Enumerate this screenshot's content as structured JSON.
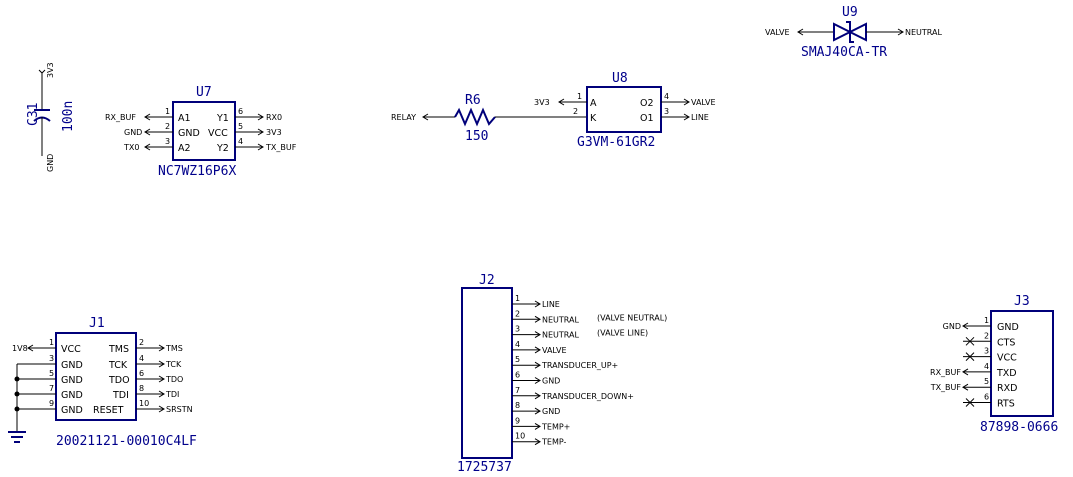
{
  "c31": {
    "ref": "C31",
    "value": "100n",
    "top_net": "3V3",
    "bottom_net": "GND"
  },
  "u7": {
    "ref": "U7",
    "part": "NC7WZ16P6X",
    "left": [
      {
        "num": "1",
        "name": "A1",
        "net": "RX_BUF"
      },
      {
        "num": "2",
        "name": "GND",
        "net": "GND"
      },
      {
        "num": "3",
        "name": "A2",
        "net": "TX0"
      }
    ],
    "right": [
      {
        "num": "6",
        "name": "Y1",
        "net": "RX0"
      },
      {
        "num": "5",
        "name": "VCC",
        "net": "3V3"
      },
      {
        "num": "4",
        "name": "Y2",
        "net": "TX_BUF"
      }
    ]
  },
  "r6": {
    "ref": "R6",
    "value": "150",
    "left_net": "RELAY"
  },
  "u8": {
    "ref": "U8",
    "part": "G3VM-61GR2",
    "left": [
      {
        "num": "1",
        "name": "A",
        "net": "3V3"
      },
      {
        "num": "2",
        "name": "K",
        "net": ""
      }
    ],
    "right": [
      {
        "num": "4",
        "name": "O2",
        "net": "VALVE"
      },
      {
        "num": "3",
        "name": "O1",
        "net": "LINE"
      }
    ]
  },
  "u9": {
    "ref": "U9",
    "part": "SMAJ40CA-TR",
    "left_net": "VALVE",
    "right_net": "NEUTRAL"
  },
  "j1": {
    "ref": "J1",
    "part": "20021121-00010C4LF",
    "left": [
      {
        "num": "1",
        "name": "VCC",
        "net": "1V8"
      },
      {
        "num": "3",
        "name": "GND",
        "net": ""
      },
      {
        "num": "5",
        "name": "GND",
        "net": ""
      },
      {
        "num": "7",
        "name": "GND",
        "net": ""
      },
      {
        "num": "9",
        "name": "GND",
        "net": ""
      }
    ],
    "right": [
      {
        "num": "2",
        "name": "TMS",
        "net": "TMS"
      },
      {
        "num": "4",
        "name": "TCK",
        "net": "TCK"
      },
      {
        "num": "6",
        "name": "TDO",
        "net": "TDO"
      },
      {
        "num": "8",
        "name": "TDI",
        "net": "TDI"
      },
      {
        "num": "10",
        "name": "RESET",
        "net": "SRSTN"
      }
    ]
  },
  "j2": {
    "ref": "J2",
    "part": "1725737",
    "pins": [
      {
        "num": "1",
        "net": "LINE",
        "note": ""
      },
      {
        "num": "2",
        "net": "NEUTRAL",
        "note": "(VALVE NEUTRAL)"
      },
      {
        "num": "3",
        "net": "NEUTRAL",
        "note": "(VALVE LINE)"
      },
      {
        "num": "4",
        "net": "VALVE",
        "note": ""
      },
      {
        "num": "5",
        "net": "TRANSDUCER_UP+",
        "note": ""
      },
      {
        "num": "6",
        "net": "GND",
        "note": ""
      },
      {
        "num": "7",
        "net": "TRANSDUCER_DOWN+",
        "note": ""
      },
      {
        "num": "8",
        "net": "GND",
        "note": ""
      },
      {
        "num": "9",
        "net": "TEMP+",
        "note": ""
      },
      {
        "num": "10",
        "net": "TEMP-",
        "note": ""
      }
    ]
  },
  "j3": {
    "ref": "J3",
    "part": "87898-0666",
    "pins": [
      {
        "num": "1",
        "name": "GND",
        "net": "GND"
      },
      {
        "num": "2",
        "name": "CTS",
        "net": ""
      },
      {
        "num": "3",
        "name": "VCC",
        "net": ""
      },
      {
        "num": "4",
        "name": "TXD",
        "net": "RX_BUF"
      },
      {
        "num": "5",
        "name": "RXD",
        "net": "TX_BUF"
      },
      {
        "num": "6",
        "name": "RTS",
        "net": ""
      }
    ]
  }
}
